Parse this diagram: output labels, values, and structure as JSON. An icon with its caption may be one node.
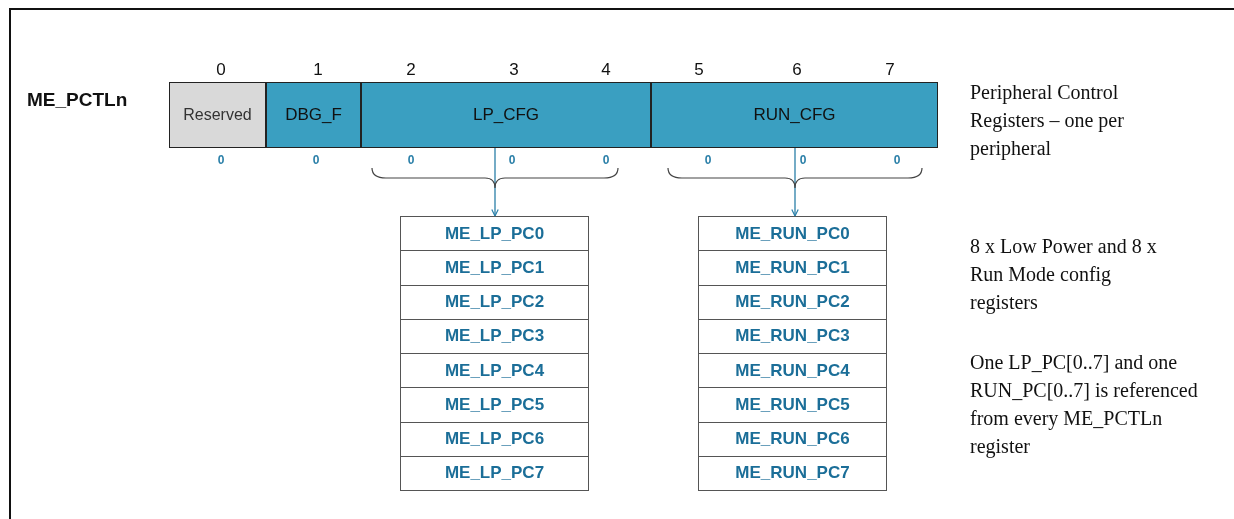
{
  "diagram": {
    "nodes": [
      {
        "text": [
          "Reserved"
        ]
      },
      {
        "text": [
          "DBG_F"
        ]
      },
      {
        "text": [
          "LP_CFG"
        ]
      },
      {
        "text": [
          "RUN_CFG"
        ]
      },
      {
        "text": [
          "ME_LP_PC0"
        ]
      },
      {
        "text": [
          "ME_LP_PC1"
        ]
      },
      {
        "text": [
          "ME_LP_PC2"
        ]
      },
      {
        "text": [
          "ME_LP_PC3"
        ]
      },
      {
        "text": [
          "ME_LP_PC4"
        ]
      },
      {
        "text": [
          "ME_LP_PC5"
        ]
      },
      {
        "text": [
          "ME_LP_PC6"
        ]
      },
      {
        "text": [
          "ME_LP_PC7"
        ]
      },
      {
        "text": [
          "ME_RUN_PC0"
        ]
      },
      {
        "text": [
          "ME_RUN_PC1"
        ]
      },
      {
        "text": [
          "ME_RUN_PC2"
        ]
      },
      {
        "text": [
          "ME_RUN_PC3"
        ]
      },
      {
        "text": [
          "ME_RUN_PC4"
        ]
      },
      {
        "text": [
          "ME_RUN_PC5"
        ]
      },
      {
        "text": [
          "ME_RUN_PC6"
        ]
      },
      {
        "text": [
          "ME_RUN_PC7"
        ]
      }
    ],
    "edges": [
      {
        "from": 2,
        "to": 4,
        "arrow": "to"
      },
      {
        "from": 3,
        "to": 12,
        "arrow": "to"
      }
    ],
    "labels": [
      "0",
      "1",
      "2",
      "3",
      "4",
      "5",
      "6",
      "7",
      "ME_PCTLn",
      "Peripheral Control Registers – one per peripheral",
      "0",
      "0",
      "0",
      "0",
      "0",
      "0",
      "0",
      "0",
      "8 x Low Power and 8 x Run Mode config registers",
      "One LP_PC[0..7] and one RUN_PC[0..7] is referenced from every ME_PCTLn register"
    ]
  }
}
